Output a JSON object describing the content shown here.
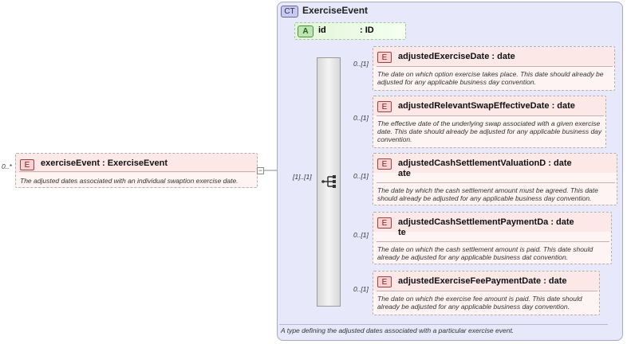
{
  "root_element": {
    "cardinality": "0..*",
    "badge": "E",
    "name": "exerciseEvent : ExerciseEvent",
    "doc": "The adjusted dates associated with an individual swaption exercise date."
  },
  "complex_type": {
    "badge": "CT",
    "name": "ExerciseEvent",
    "doc": "A type defining the adjusted dates associated with a particular exercise event.",
    "attribute": {
      "badge": "A",
      "name": "id",
      "type": ": ID"
    },
    "sequence_cardinality": "[1]..[1]",
    "sequence_icon": "sequence-icon",
    "children": [
      {
        "cardinality": "0..[1]",
        "badge": "E",
        "name": "adjustedExerciseDate : date",
        "doc": "The date on which option exercise takes place. This date should already be adjusted for any applicable business day convention."
      },
      {
        "cardinality": "0..[1]",
        "badge": "E",
        "name": "adjustedRelevantSwapEffectiveDate : date",
        "doc": "The effective date of the underlying swap associated with a given exercise date. This date should already be adjusted for any applicable business day convention."
      },
      {
        "cardinality": "0..[1]",
        "badge": "E",
        "name": "adjustedCashSettlementValuationD : date\nate",
        "doc": "The date by which the cash settlement amount must be agreed. This date should already be adjusted for any applicable business day convention."
      },
      {
        "cardinality": "0..[1]",
        "badge": "E",
        "name": "adjustedCashSettlementPaymentDa : date\nte",
        "doc": "The date on which the cash settlement amount is paid. This date should already be adjusted for any applicable business dat convention."
      },
      {
        "cardinality": "0..[1]",
        "badge": "E",
        "name": "adjustedExerciseFeePaymentDate : date",
        "doc": "The date on which the exercise fee amount is paid. This date should already be adjusted for any applicable business day convention."
      }
    ]
  },
  "colors": {
    "element_fill": "#fde8e8",
    "type_fill": "#e8e8fb",
    "attribute_fill": "#e2f5d8"
  }
}
